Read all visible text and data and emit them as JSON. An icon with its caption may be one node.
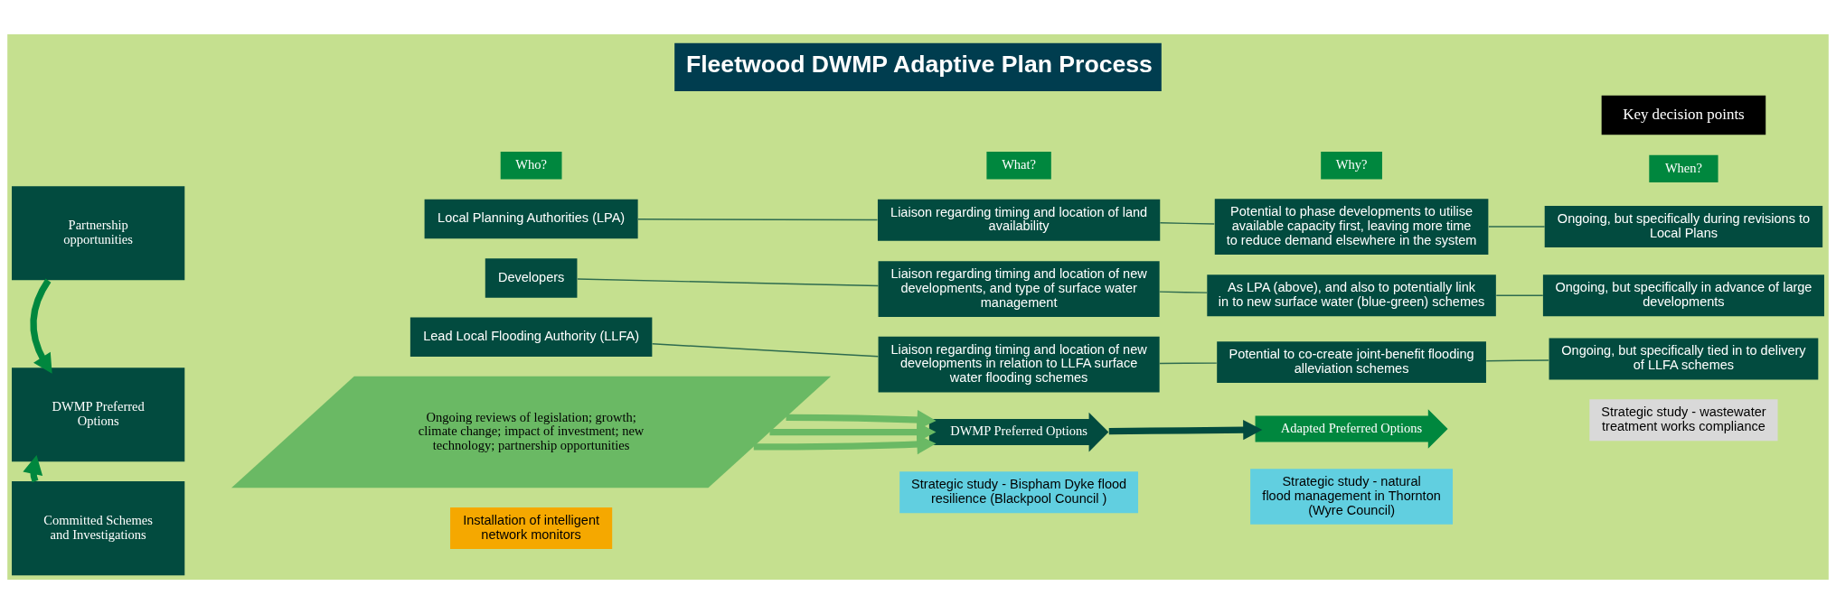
{
  "diagram": {
    "title": "Fleetwood DWMP Adaptive Plan Process",
    "nodes": [
      {
        "text": [
          "Partnership opportunities"
        ]
      },
      {
        "text": [
          "DWMP Preferred Options"
        ]
      },
      {
        "text": [
          "Committed Schemes and Investigations"
        ]
      },
      {
        "text": [
          "Who?"
        ]
      },
      {
        "text": [
          "What?"
        ]
      },
      {
        "text": [
          "Why?"
        ]
      },
      {
        "text": [
          "When?"
        ]
      },
      {
        "text": [
          "Local Planning Authorities (LPA)"
        ]
      },
      {
        "text": [
          "Liaison regarding timing and location of land availability"
        ]
      },
      {
        "text": [
          "Potential to phase developments to utilise available capacity first, leaving more time to reduce demand elsewhere in the system"
        ]
      },
      {
        "text": [
          "Ongoing, but specifically during revisions to Local Plans"
        ]
      },
      {
        "text": [
          "Developers"
        ]
      },
      {
        "text": [
          "Liaison regarding timing and location of new developments, and type of surface water management"
        ]
      },
      {
        "text": [
          "As LPA (above), and also to potentially link in to new surface water (blue-green) schemes"
        ]
      },
      {
        "text": [
          "Ongoing, but specifically in advance of large developments"
        ]
      },
      {
        "text": [
          "Lead Local Flooding Authority (LLFA)"
        ]
      },
      {
        "text": [
          "Liaison regarding timing and location of new developments in relation to LLFA surface water flooding schemes"
        ]
      },
      {
        "text": [
          "Potential to co-create joint-benefit flooding alleviation schemes"
        ]
      },
      {
        "text": [
          "Ongoing, but specifically tied in to delivery of LLFA schemes"
        ]
      },
      {
        "text": [
          "Ongoing reviews of legislation; growth; climate change; impact of investment; new technology; partnership opportunities"
        ]
      },
      {
        "text": [
          "DWMP Preferred Options"
        ]
      },
      {
        "text": [
          "Adapted Preferred Options"
        ]
      },
      {
        "text": [
          "Installation of intelligent network monitors"
        ]
      },
      {
        "text": [
          "Strategic study - Bispham Dyke flood resilience (Blackpool Council )"
        ]
      },
      {
        "text": [
          "Strategic study - natural flood management in Thornton (Wyre Council)"
        ]
      },
      {
        "text": [
          "Strategic study - wastewater treatment works compliance"
        ]
      }
    ],
    "edges": [
      {
        "from": 7,
        "to": 8,
        "arrow": "none"
      },
      {
        "from": 8,
        "to": 9,
        "arrow": "none"
      },
      {
        "from": 9,
        "to": 10,
        "arrow": "none"
      },
      {
        "from": 11,
        "to": 12,
        "arrow": "none"
      },
      {
        "from": 12,
        "to": 13,
        "arrow": "none"
      },
      {
        "from": 13,
        "to": 14,
        "arrow": "none"
      },
      {
        "from": 15,
        "to": 16,
        "arrow": "none"
      },
      {
        "from": 16,
        "to": 17,
        "arrow": "none"
      },
      {
        "from": 17,
        "to": 18,
        "arrow": "none"
      },
      {
        "from": 0,
        "to": 1,
        "arrow": "to",
        "style": "thick",
        "color": "#00873e"
      },
      {
        "from": 2,
        "to": 1,
        "arrow": "to",
        "style": "thick",
        "color": "#00873e"
      },
      {
        "from": 19,
        "to": 20,
        "arrow": "to",
        "style": "thick",
        "color": "#6ab964"
      },
      {
        "from": 19,
        "to": 20,
        "arrow": "to",
        "style": "thick",
        "color": "#6ab964"
      },
      {
        "from": 19,
        "to": 20,
        "arrow": "to",
        "style": "thick",
        "color": "#6ab964"
      },
      {
        "from": 20,
        "to": 21,
        "arrow": "to",
        "style": "thick",
        "color": "#024b3f"
      }
    ],
    "labels": [
      "Key decision points"
    ]
  }
}
